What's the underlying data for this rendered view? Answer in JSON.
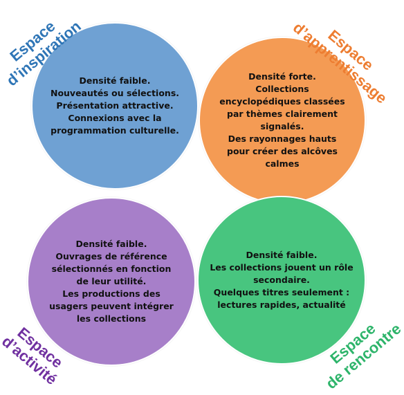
{
  "colors": {
    "inspiration_fill": "#6fa1d3",
    "apprentissage_fill": "#f49b54",
    "activite_fill": "#a77fc9",
    "rencontre_fill": "#48c57f",
    "inspiration_label": "#2e75b6",
    "apprentissage_label": "#ed7d31",
    "activite_label": "#7030a0",
    "rencontre_label": "#2db46a"
  },
  "spaces": {
    "inspiration": {
      "label": [
        "Espace",
        "d’inspiration"
      ],
      "lines": [
        "Densité faible.",
        "Nouveautés ou sélections.",
        "Présentation attractive.",
        "Connexions avec la",
        "programmation culturelle."
      ]
    },
    "apprentissage": {
      "label": [
        "Espace",
        "d’apprentissage"
      ],
      "lines": [
        "Densité forte.",
        "Collections",
        "encyclopédiques classées",
        "par thèmes clairement",
        "signalés.",
        "Des rayonnages hauts",
        "pour créer des alcôves",
        "calmes"
      ]
    },
    "activite": {
      "label": [
        "Espace",
        "d’activité"
      ],
      "lines": [
        "Densité faible.",
        "Ouvrages de référence",
        "sélectionnés en fonction",
        "de leur utilité.",
        "Les productions des",
        "usagers peuvent intégrer",
        "les collections"
      ]
    },
    "rencontre": {
      "label": [
        "Espace",
        "de rencontre"
      ],
      "lines": [
        "Densité faible.",
        "Les collections jouent un rôle",
        "secondaire.",
        "Quelques titres seulement :",
        "lectures rapides, actualité"
      ]
    }
  }
}
